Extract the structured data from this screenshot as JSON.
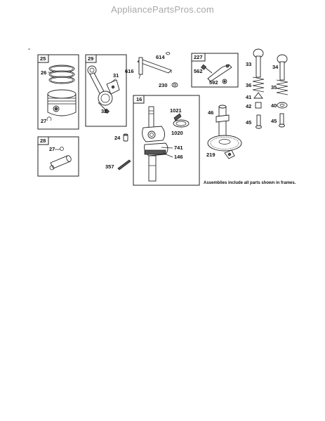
{
  "watermark": "AppliancePartsPros.com",
  "frames": {
    "f25": "25",
    "f29": "29",
    "f28": "28",
    "f16": "16",
    "f227": "227"
  },
  "labels": {
    "p26": "26",
    "p27a": "27",
    "p31": "31",
    "p32": "32",
    "p27b": "27",
    "p24": "24",
    "p357": "357",
    "p614": "614",
    "p616": "616",
    "p230": "230",
    "p1021": "1021",
    "p1020": "1020",
    "p741": "741",
    "p146": "146",
    "p562": "562",
    "p592": "592",
    "p46": "46",
    "p219": "219",
    "p33": "33",
    "p34": "34",
    "p36": "36",
    "p35": "35",
    "p41": "41",
    "p40": "40",
    "p42": "42",
    "p45a": "45",
    "p45b": "45"
  },
  "note": "Assemblies include all parts shown in frames."
}
